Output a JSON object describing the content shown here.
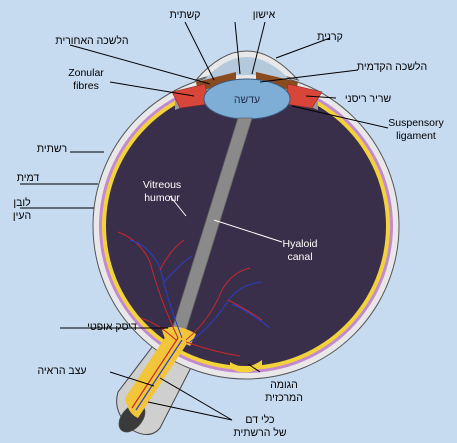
{
  "labels": {
    "iris": "קשתית",
    "pupil": "אישון",
    "posterior_chamber": "הלשכה האחורית",
    "cornea": "קרנית",
    "anterior_chamber": "הלשכה הקדמית",
    "zonular_fibres": "Zonular fibres",
    "lens": "עדשה",
    "ciliary_muscle": "שריר ריסני",
    "suspensory_ligament": "Suspensory ligament",
    "retina": "רשתית",
    "choroid": "דמית",
    "sclera": "לובן העין",
    "vitreous_humour": "Vitreous humour",
    "hyaloid_canal": "Hyaloid canal",
    "optic_disc": "דיסק אופטי",
    "optic_nerve": "עצב הראיה",
    "fovea": "הגומה המרכזית",
    "retinal_vessels": "כלי דם של הרשתית"
  },
  "label_lines": {
    "zonular_fibres": [
      "Zonular",
      "fibres"
    ],
    "suspensory_ligament": [
      "Suspensory",
      "ligament"
    ],
    "sclera": [
      "לובן",
      "העין"
    ],
    "vitreous_humour": [
      "Vitreous",
      "humour"
    ],
    "hyaloid_canal": [
      "Hyaloid",
      "canal"
    ],
    "fovea": [
      "הגומה",
      "המרכזית"
    ],
    "retinal_vessels": [
      "כלי דם",
      "של הרשתית"
    ]
  },
  "colors": {
    "background": "#c6daf0",
    "sclera": "#e8e8e8",
    "choroid": "#c48ad0",
    "retina": "#f2d43a",
    "vitreous": "#3a2f4a",
    "lens": "#7eaed6",
    "iris": "#8a4b1e",
    "ciliary": "#d8463a",
    "optic_nerve": "#f2c53a",
    "vessel_red": "#c8282a",
    "vessel_blue": "#2a3ec8"
  }
}
